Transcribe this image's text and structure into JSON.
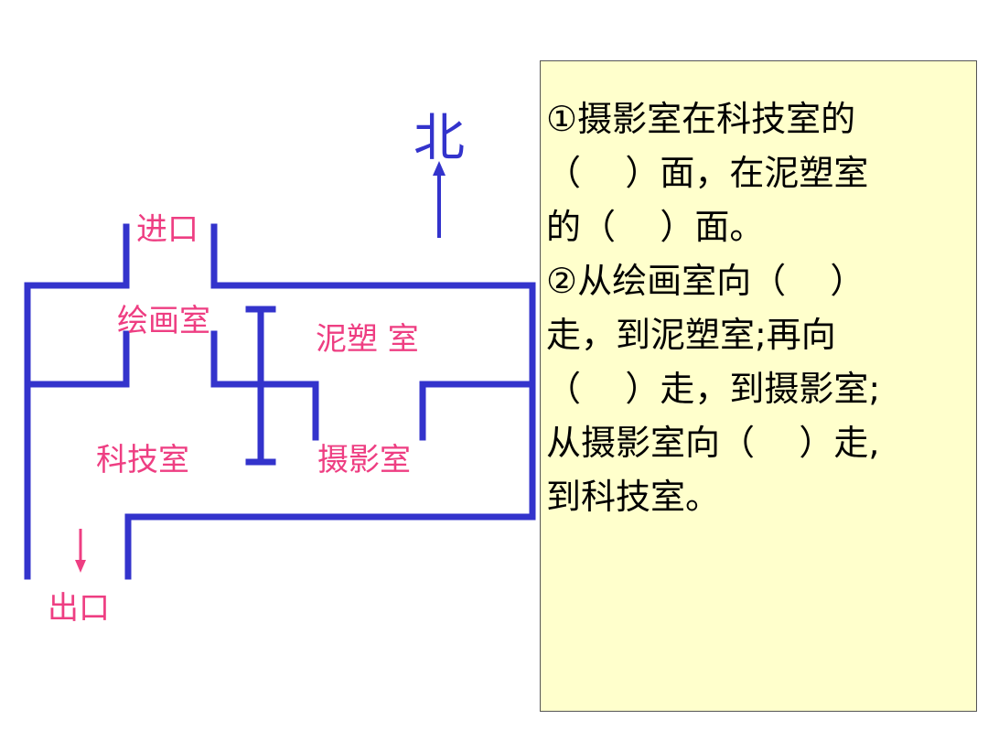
{
  "diagram": {
    "north_label": "北",
    "labels": {
      "entrance": "进口",
      "painting_room": "绘画室",
      "clay_room": "泥塑 室",
      "tech_room": "科技室",
      "photo_room": "摄影室",
      "exit": "出口"
    },
    "colors": {
      "walls": "#3333cc",
      "labels": "#ee3e82",
      "north": "#3333cc",
      "panel_background": "#ffffcc"
    }
  },
  "questions": {
    "lines": [
      "①摄影室在科技室的",
      "（    ）面，在泥塑室",
      "的（    ）面。",
      "②从绘画室向（    ）",
      "走，到泥塑室;再向",
      "（    ）走，到摄影室;",
      "从摄影室向（    ）走,",
      "到科技室。"
    ]
  }
}
